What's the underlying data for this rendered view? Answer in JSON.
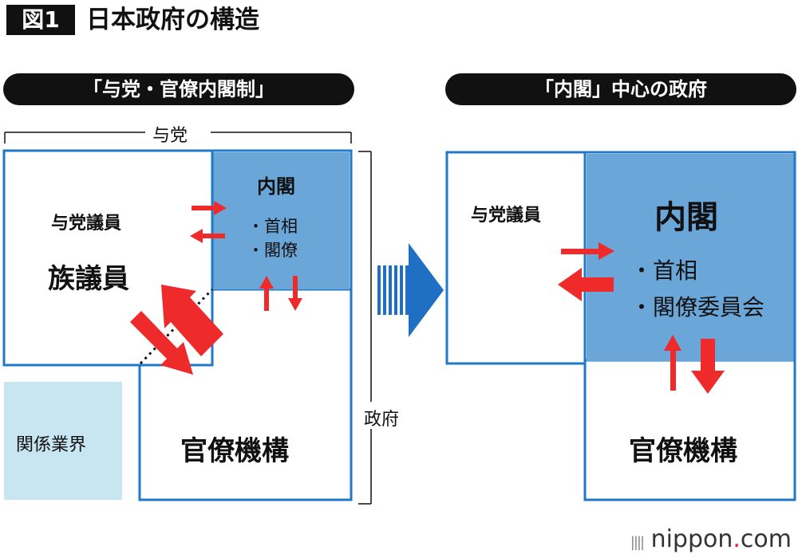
{
  "header": {
    "badge": "図1",
    "title": "日本政府の構造"
  },
  "left": {
    "pill": "「与党・官僚内閣制」",
    "bracket_label": "与党",
    "giin_label": "与党議員",
    "zoku_label": "族議員",
    "cabinet_title": "内閣",
    "cabinet_item1": "・首相",
    "cabinet_item2": "・閣僚",
    "bureaucracy": "官僚機構",
    "industry": "関係業界",
    "gov_label": "政府"
  },
  "right": {
    "pill": "「内閣」中心の政府",
    "giin_label": "与党議員",
    "cabinet_title": "内閣",
    "cabinet_item1": "・首相",
    "cabinet_item2": "・閣僚委員会",
    "bureaucracy": "官僚機構"
  },
  "footer": {
    "logo_text": "nippon",
    "logo_dot": ".",
    "logo_tld": "com"
  },
  "colors": {
    "frame_blue": "#1f78c8",
    "cabinet_blue": "#6aa6d8",
    "industry_blue": "#c8e6f2",
    "arrow_red": "#ee2a2a",
    "transition_blue": "#1f6fc4"
  }
}
